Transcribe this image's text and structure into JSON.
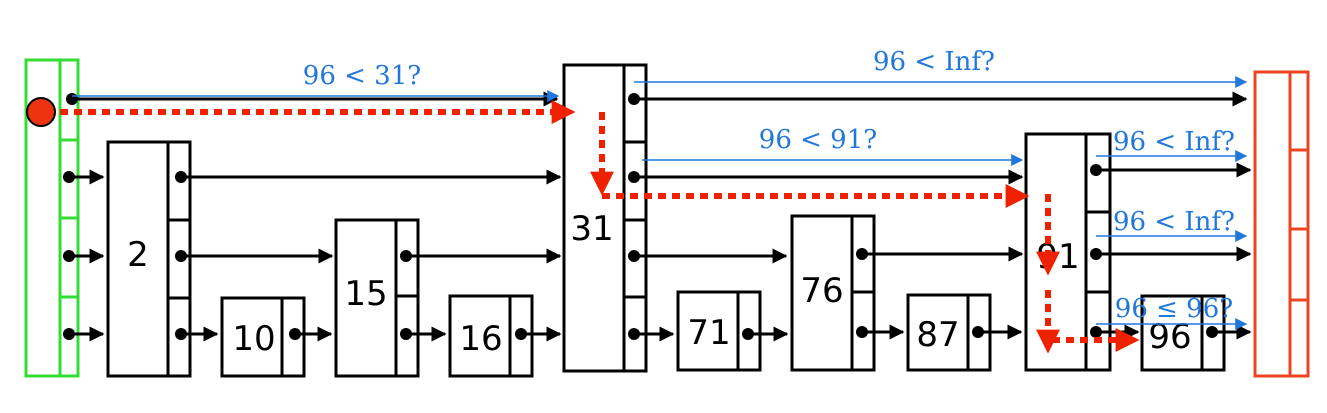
{
  "colors": {
    "edge": "#000000",
    "head": "#33dd33",
    "tail": "#ee4422",
    "search_path": "#ee2200",
    "comparison": "#2277dd",
    "cursor": "#ee3311"
  },
  "nodes": [
    {
      "id": "n2",
      "key": "2",
      "levels": 3
    },
    {
      "id": "n10",
      "key": "10",
      "levels": 1
    },
    {
      "id": "n15",
      "key": "15",
      "levels": 2
    },
    {
      "id": "n16",
      "key": "16",
      "levels": 1
    },
    {
      "id": "n31",
      "key": "31",
      "levels": 4
    },
    {
      "id": "n71",
      "key": "71",
      "levels": 1
    },
    {
      "id": "n76",
      "key": "76",
      "levels": 2
    },
    {
      "id": "n87",
      "key": "87",
      "levels": 1
    },
    {
      "id": "n91",
      "key": "91",
      "levels": 3
    },
    {
      "id": "n96",
      "key": "96",
      "levels": 1
    }
  ],
  "comparisons": [
    {
      "id": "c1",
      "text": "96 < 31?"
    },
    {
      "id": "c2",
      "text": "96 < Inf?"
    },
    {
      "id": "c3",
      "text": "96 < 91?"
    },
    {
      "id": "c4",
      "text": "96 < Inf?"
    },
    {
      "id": "c5",
      "text": "96 < Inf?"
    },
    {
      "id": "c6",
      "text": "96 ≤ 96?"
    }
  ]
}
